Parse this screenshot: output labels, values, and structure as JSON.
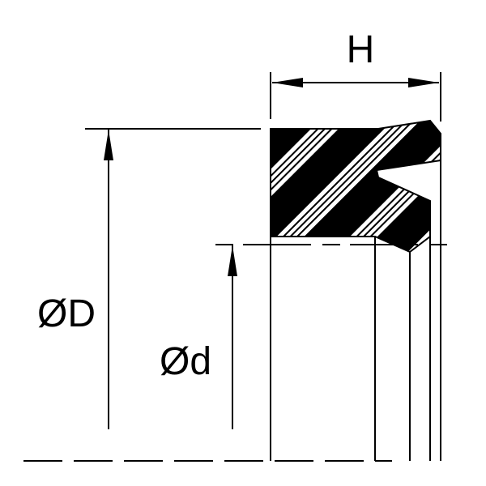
{
  "labels": {
    "height": "H",
    "outer_diameter": "ØD",
    "inner_diameter": "Ød"
  },
  "colors": {
    "ink": "#000000",
    "background": "#ffffff"
  }
}
